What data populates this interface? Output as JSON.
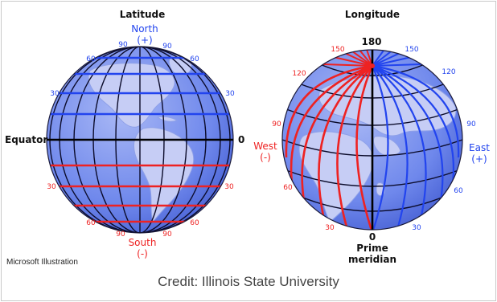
{
  "latitude": {
    "title": "Latitude",
    "north_label": "North",
    "north_sign": "(+)",
    "south_label": "South",
    "south_sign": "(-)",
    "equator_label": "Equator",
    "zero": "0",
    "blue_labels": [
      "90",
      "90",
      "60",
      "60",
      "30",
      "30"
    ],
    "red_labels": [
      "30",
      "30",
      "60",
      "60",
      "90",
      "90"
    ]
  },
  "longitude": {
    "title": "Longitude",
    "top_value": "180",
    "west_label": "West",
    "west_sign": "(-)",
    "east_label": "East",
    "east_sign": "(+)",
    "bottom_zero": "0",
    "prime_line1": "Prime",
    "prime_line2": "meridian",
    "red_labels": [
      "150",
      "120",
      "90",
      "60",
      "30"
    ],
    "blue_labels": [
      "150",
      "120",
      "90",
      "60",
      "30"
    ]
  },
  "credit_source": "Microsoft Illustration",
  "credit": "Credit: Illinois State University",
  "colors": {
    "blue": "#2244ee",
    "red": "#ee2222",
    "ocean": "#7a92ee",
    "land": "#c6cdf5",
    "text": "#111111"
  }
}
